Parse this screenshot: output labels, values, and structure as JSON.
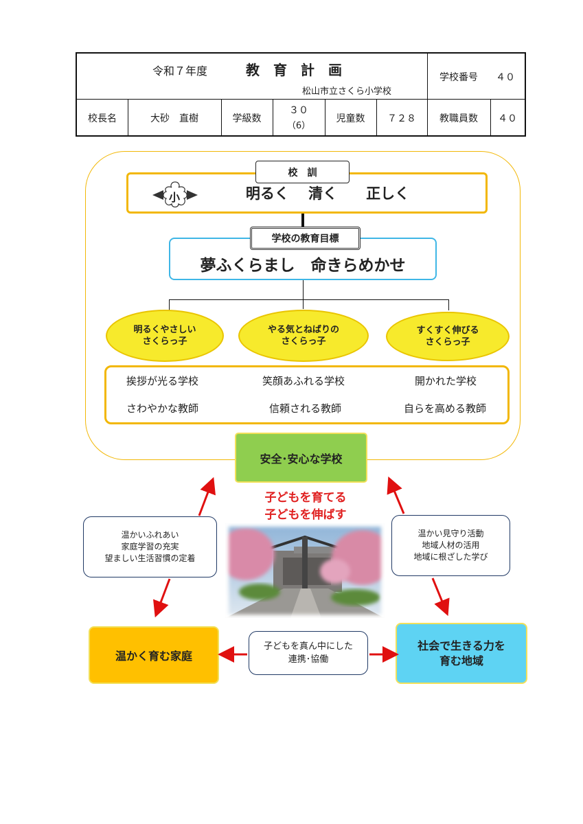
{
  "header": {
    "year": "令和７年度",
    "title": "教　育　計　画",
    "school": "松山市立さくら小学校",
    "school_no_label": "学校番号",
    "school_no": "４０",
    "principal_label": "校長名",
    "principal": "大砂　直樹",
    "classes_label": "学級数",
    "classes": "３０",
    "classes_sub": "（6）",
    "students_label": "児童数",
    "students": "７２８",
    "staff_label": "教職員数",
    "staff": "４０"
  },
  "motto": {
    "label": "校　訓",
    "emblem": "小",
    "text": "明るく　 清く　　正しく"
  },
  "goal": {
    "label": "学校の教育目標",
    "text": "夢ふくらまし　命きらめかせ"
  },
  "children": [
    {
      "line1": "明るくやさしい",
      "line2": "さくらっ子"
    },
    {
      "line1": "やる気とねばりの",
      "line2": "さくらっ子"
    },
    {
      "line1": "すくすく伸びる",
      "line2": "さくらっ子"
    }
  ],
  "visions": {
    "school_row": [
      "挨拶が光る学校",
      "笑顔あふれる学校",
      "開かれた学校"
    ],
    "teacher_row": [
      "さわやかな教師",
      "信頼される教師",
      "自らを高める教師"
    ]
  },
  "safe_school": "安全･安心な学校",
  "slogan": {
    "line1": "子どもを育てる",
    "line2": "子どもを伸ばす"
  },
  "family_note": [
    "温かいふれあい",
    "家庭学習の充実",
    "望ましい生活習慣の定着"
  ],
  "community_note": [
    "温かい見守り活動",
    "地域人材の活用",
    "地域に根ざした学び"
  ],
  "family": "温かく育む家庭",
  "community": {
    "line1": "社会で生きる力を",
    "line2": "育む地域"
  },
  "center_note": {
    "line1": "子どもを真ん中にした",
    "line2": "連携･協働"
  },
  "colors": {
    "yellow_border": "#f2b705",
    "blue_border": "#3eb6e6",
    "ellipse_fill": "#f7ea2c",
    "safe_green": "#8fce4f",
    "family_orange": "#ffc000",
    "community_blue": "#5ed3f3",
    "arrow_red": "#e01010",
    "slogan_red": "#e02020"
  }
}
